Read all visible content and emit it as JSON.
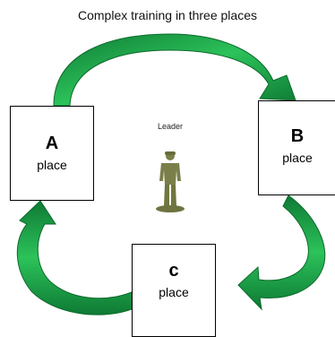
{
  "diagram": {
    "title": "Complex training in three places",
    "leader_label": "Leader",
    "nodes": [
      {
        "id": "A",
        "letter": "A",
        "word": "place"
      },
      {
        "id": "B",
        "letter": "B",
        "word": "place"
      },
      {
        "id": "C",
        "letter": "c",
        "word": "place"
      }
    ],
    "edges": [
      {
        "from": "A",
        "to": "B"
      },
      {
        "from": "B",
        "to": "C"
      },
      {
        "from": "C",
        "to": "A"
      }
    ],
    "colors": {
      "arrow_fill": "#1fa54a",
      "arrow_dark": "#0c6a2c",
      "figure": "#7a7f4a"
    }
  }
}
